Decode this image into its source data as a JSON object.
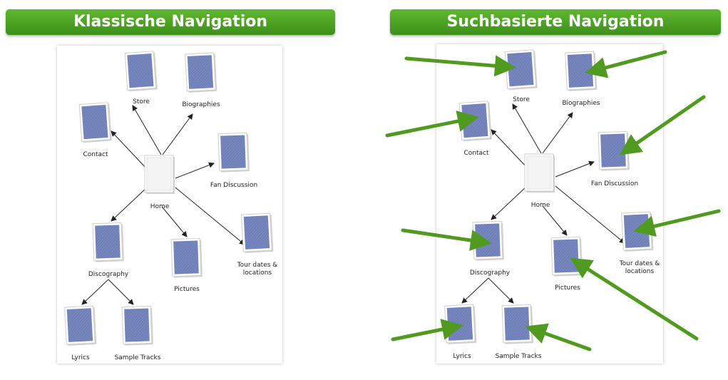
{
  "titles": {
    "left": "Klassische Navigation",
    "right": "Suchbasierte Navigation"
  },
  "pages": {
    "home": "Home",
    "store": "Store",
    "biographies": "Biographies",
    "contact": "Contact",
    "fan_discussion": "Fan Discussion",
    "discography": "Discography",
    "pictures": "Pictures",
    "tour_line1": "Tour dates &",
    "tour_line2": "locations",
    "lyrics": "Lyrics",
    "sample_tracks": "Sample Tracks"
  },
  "colors": {
    "banner_green": "#4ea524",
    "arrow_green": "#4f9a1f",
    "page_blue": "#6f7fb8",
    "home_page": "#f2f2f2"
  }
}
